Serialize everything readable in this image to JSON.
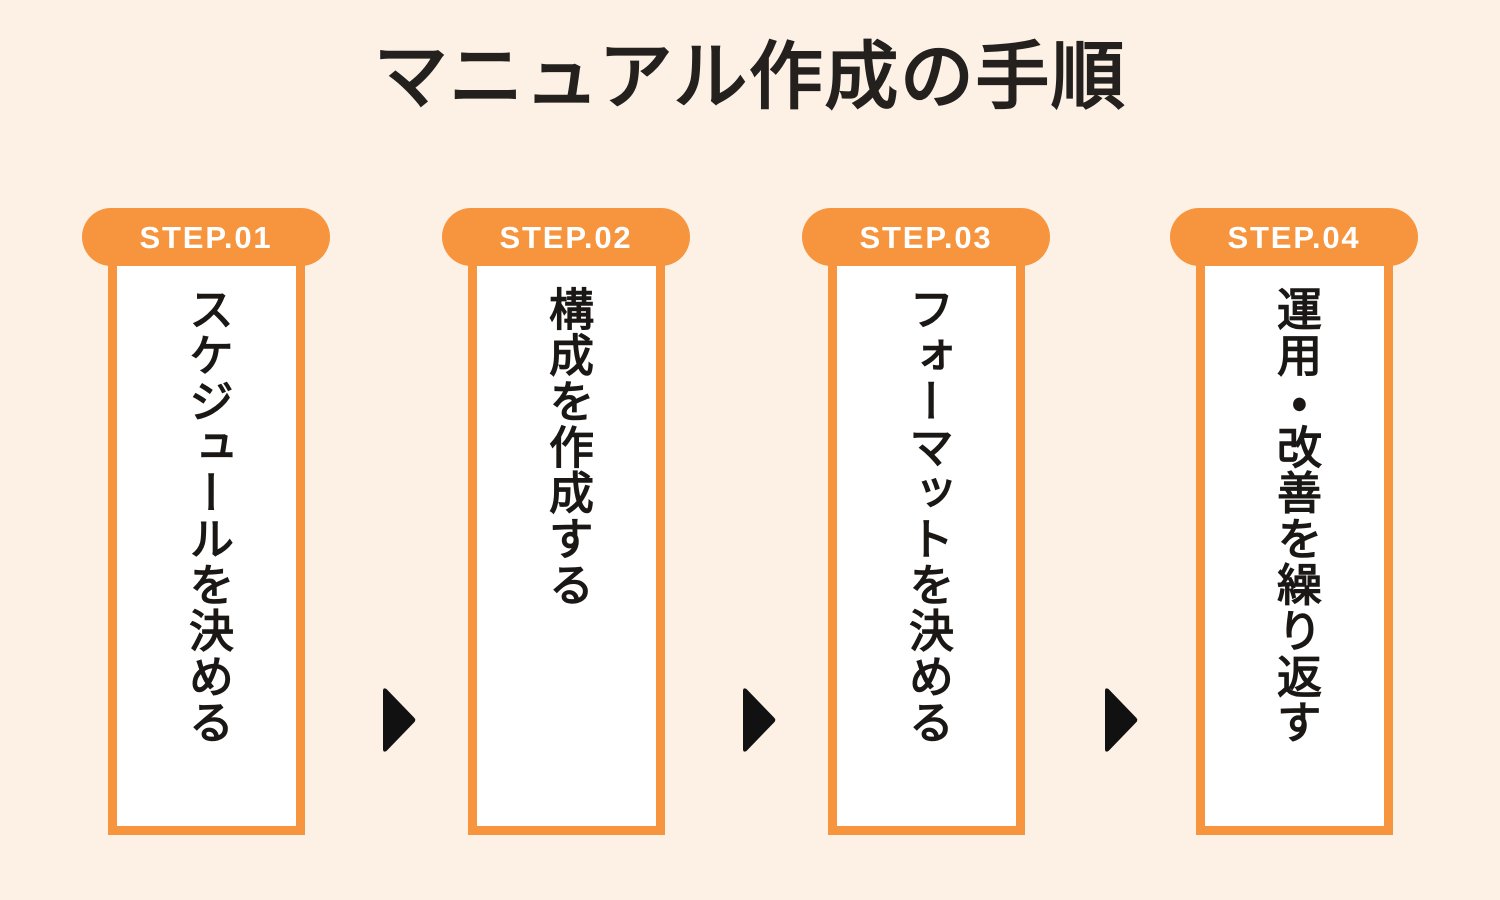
{
  "page": {
    "title": "マニュアル作成の手順",
    "background_color": "#FDF1E6",
    "accent_color": "#F7943E",
    "text_color": "#1A1715",
    "card_fill_color": "#FFFFFF"
  },
  "steps": [
    {
      "badge": "STEP.01",
      "text": "スケジュールを決める"
    },
    {
      "badge": "STEP.02",
      "text": "構成を作成する"
    },
    {
      "badge": "STEP.03",
      "text": "フォーマットを決める"
    },
    {
      "badge": "STEP.04",
      "text": "運用・改善を繰り返す"
    }
  ],
  "arrows": [
    {
      "name": "arrow-step1-to-step2",
      "direction": "right",
      "color": "#111111"
    },
    {
      "name": "arrow-step2-to-step3",
      "direction": "right",
      "color": "#111111"
    },
    {
      "name": "arrow-step3-to-step4",
      "direction": "right",
      "color": "#111111"
    }
  ]
}
